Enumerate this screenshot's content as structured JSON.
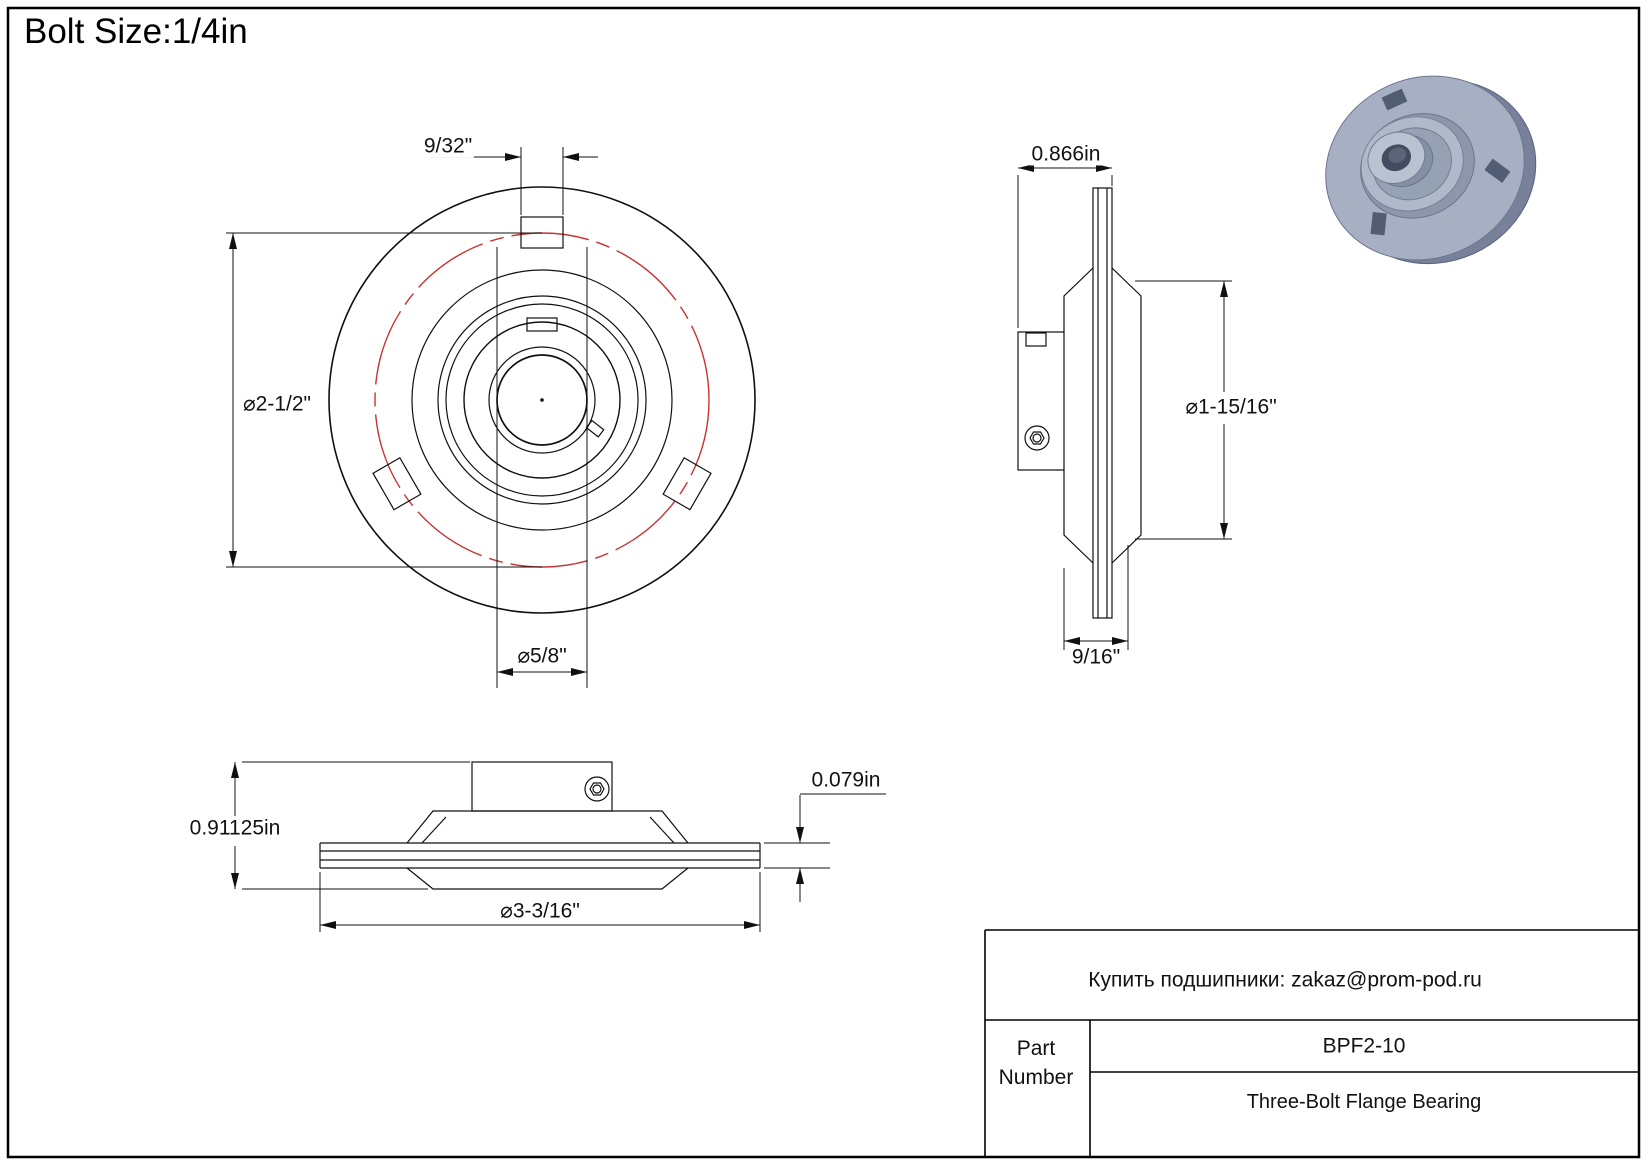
{
  "page": {
    "title": "Bolt Size:1/4in"
  },
  "colors": {
    "line": "#101010",
    "bolt_circle_red": "#c83232",
    "render_light": "#b9c2d0",
    "render_mid": "#8d97ab",
    "render_dark": "#525c73"
  },
  "front_view": {
    "dim_slot_width": "9/32\"",
    "dim_bolt_circle": "⌀2-1/2\"",
    "dim_bore": "⌀5/8\""
  },
  "side_view": {
    "dim_width": "0.866in",
    "dim_flange_circle": "⌀1-15/16\"",
    "dim_thickness": "9/16\""
  },
  "profile_view": {
    "dim_height": "0.91125in",
    "dim_plate_thickness": "0.079in",
    "dim_outer_diameter": "⌀3-3/16\""
  },
  "title_block": {
    "contact": "Купить подшипники: zakaz@prom-pod.ru",
    "part_label": "Part Number",
    "part_number": "BPF2-10",
    "description": "Three-Bolt Flange Bearing"
  }
}
